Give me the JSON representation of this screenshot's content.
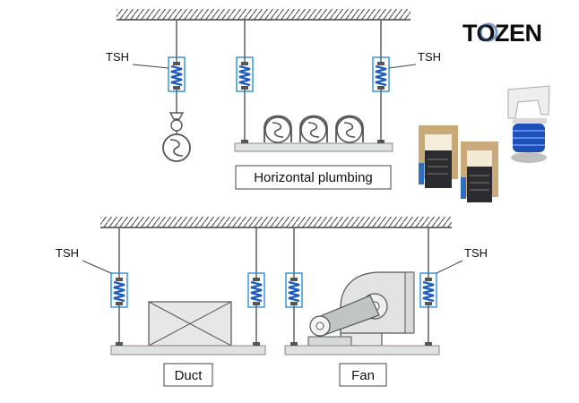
{
  "brand": {
    "logo_text": "TOZEN",
    "logo_ring_color": "#1a4fa0"
  },
  "labels": {
    "tsh": "TSH",
    "horizontal_plumbing": "Horizontal plumbing",
    "duct": "Duct",
    "fan": "Fan"
  },
  "colors": {
    "spring": "#1f5bbd",
    "housing": "#2a8fd6",
    "line": "#555555",
    "beam": "#dfe2e2"
  },
  "icons": [
    "ceiling-hatch",
    "spring-hanger-icon",
    "pipe-icon",
    "duct-box-icon",
    "fan-icon",
    "product-photo-icon"
  ]
}
